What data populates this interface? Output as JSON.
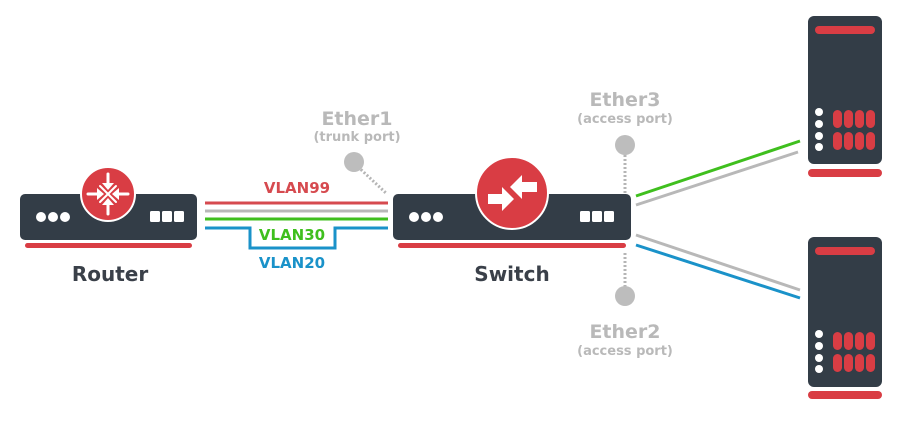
{
  "colors": {
    "device_body": "#333d47",
    "accent_red": "#d93d44",
    "vlan99": "#d64a4f",
    "native_gray": "#b8b8b8",
    "vlan30": "#3fbf1e",
    "vlan20": "#1a92c9",
    "port_gray": "#bdbdbd"
  },
  "devices": {
    "router": {
      "label": "Router"
    },
    "switch": {
      "label": "Switch"
    }
  },
  "ports": {
    "ether1": {
      "name": "Ether1",
      "type": "(trunk port)"
    },
    "ether3": {
      "name": "Ether3",
      "type": "(access port)"
    },
    "ether2": {
      "name": "Ether2",
      "type": "(access port)"
    }
  },
  "vlans": {
    "vlan99": "VLAN99",
    "vlan30": "VLAN30",
    "vlan20": "VLAN20"
  }
}
